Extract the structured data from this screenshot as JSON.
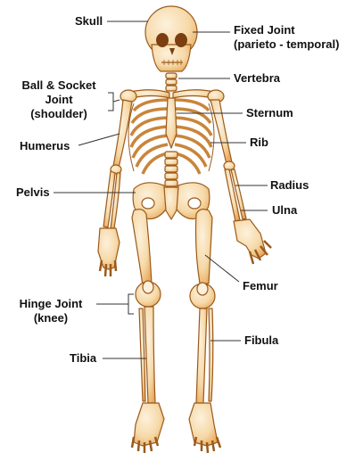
{
  "colors": {
    "bone_fill": "#f6d9a8",
    "bone_shade": "#e8a85a",
    "bone_outline": "#9b5a1c",
    "leader_line": "#333333",
    "label_text": "#111111",
    "background": "#ffffff"
  },
  "labels": {
    "skull": "Skull",
    "fixed_joint_line1": "Fixed Joint",
    "fixed_joint_line2": "(parieto - temporal)",
    "vertebra": "Vertebra",
    "ball_socket_line1": "Ball & Socket",
    "ball_socket_line2": "Joint",
    "ball_socket_line3": "(shoulder)",
    "sternum": "Sternum",
    "humerus": "Humerus",
    "rib": "Rib",
    "radius": "Radius",
    "pelvis": "Pelvis",
    "ulna": "Ulna",
    "femur": "Femur",
    "hinge_line1": "Hinge Joint",
    "hinge_line2": "(knee)",
    "fibula": "Fibula",
    "tibia": "Tibia"
  }
}
